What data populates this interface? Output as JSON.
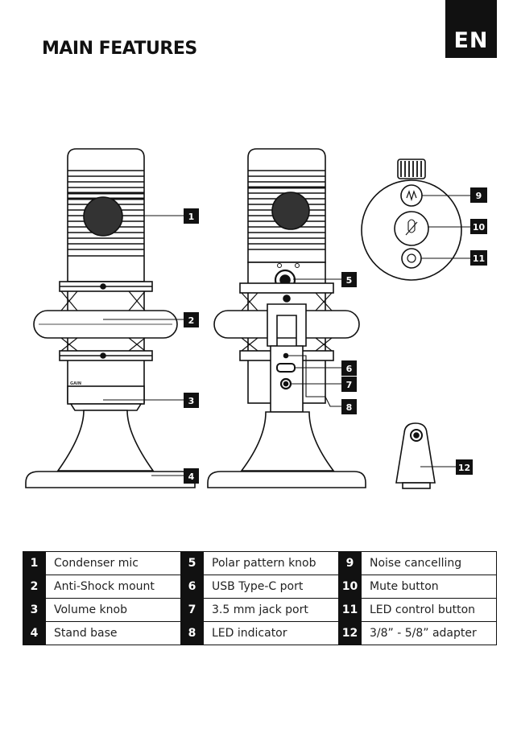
{
  "header": {
    "language_badge": "EN",
    "title": "MAIN FEATURES"
  },
  "diagram": {
    "callouts": [
      "1",
      "2",
      "3",
      "4",
      "5",
      "6",
      "7",
      "8",
      "9",
      "10",
      "11",
      "12"
    ],
    "volume_knob_print": "GAIN"
  },
  "features": [
    {
      "number": "1",
      "label": "Condenser mic"
    },
    {
      "number": "2",
      "label": "Anti-Shock mount"
    },
    {
      "number": "3",
      "label": "Volume knob"
    },
    {
      "number": "4",
      "label": "Stand base"
    },
    {
      "number": "5",
      "label": "Polar pattern knob"
    },
    {
      "number": "6",
      "label": "USB Type-C port"
    },
    {
      "number": "7",
      "label": "3.5 mm jack port"
    },
    {
      "number": "8",
      "label": "LED indicator"
    },
    {
      "number": "9",
      "label": "Noise cancelling"
    },
    {
      "number": "10",
      "label": "Mute button"
    },
    {
      "number": "11",
      "label": "LED control button"
    },
    {
      "number": "12",
      "label": "3/8” - 5/8” adapter"
    }
  ]
}
